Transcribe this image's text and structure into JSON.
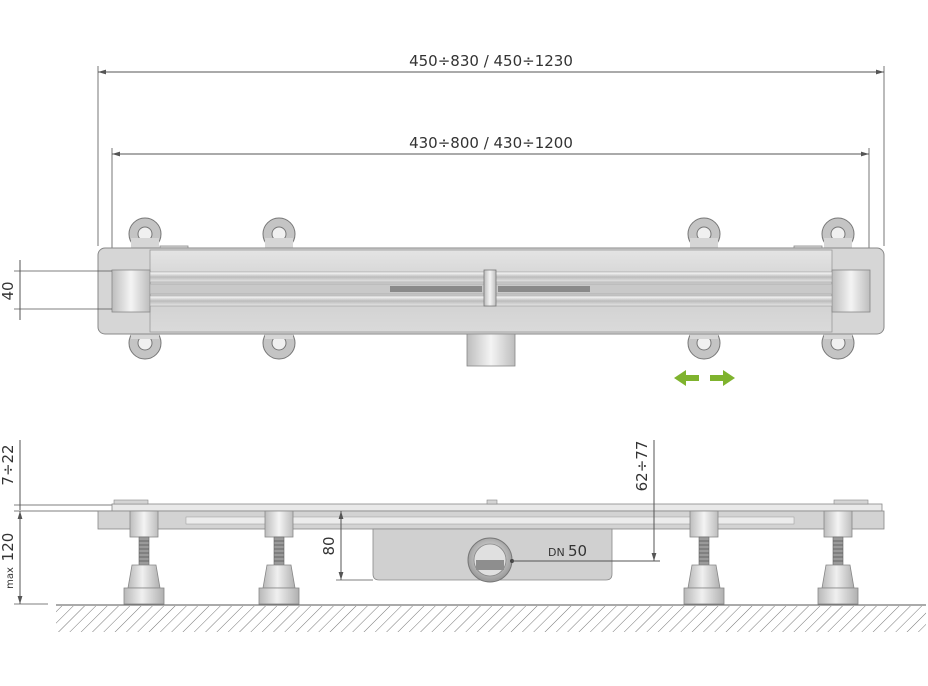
{
  "dimensions": {
    "outer_width": "450÷830 / 450÷1230",
    "inner_width": "430÷800 / 430÷1200",
    "height": "40",
    "top_gap": "7÷22",
    "leg_height_prefix": "max",
    "leg_height": "120",
    "body_depth": "80",
    "total_depth": "62÷77",
    "outlet_prefix": "DN",
    "outlet_value": "50"
  },
  "colors": {
    "arrow": "#7fb32e",
    "metal": "#c8c8c8",
    "outline": "#555555"
  }
}
